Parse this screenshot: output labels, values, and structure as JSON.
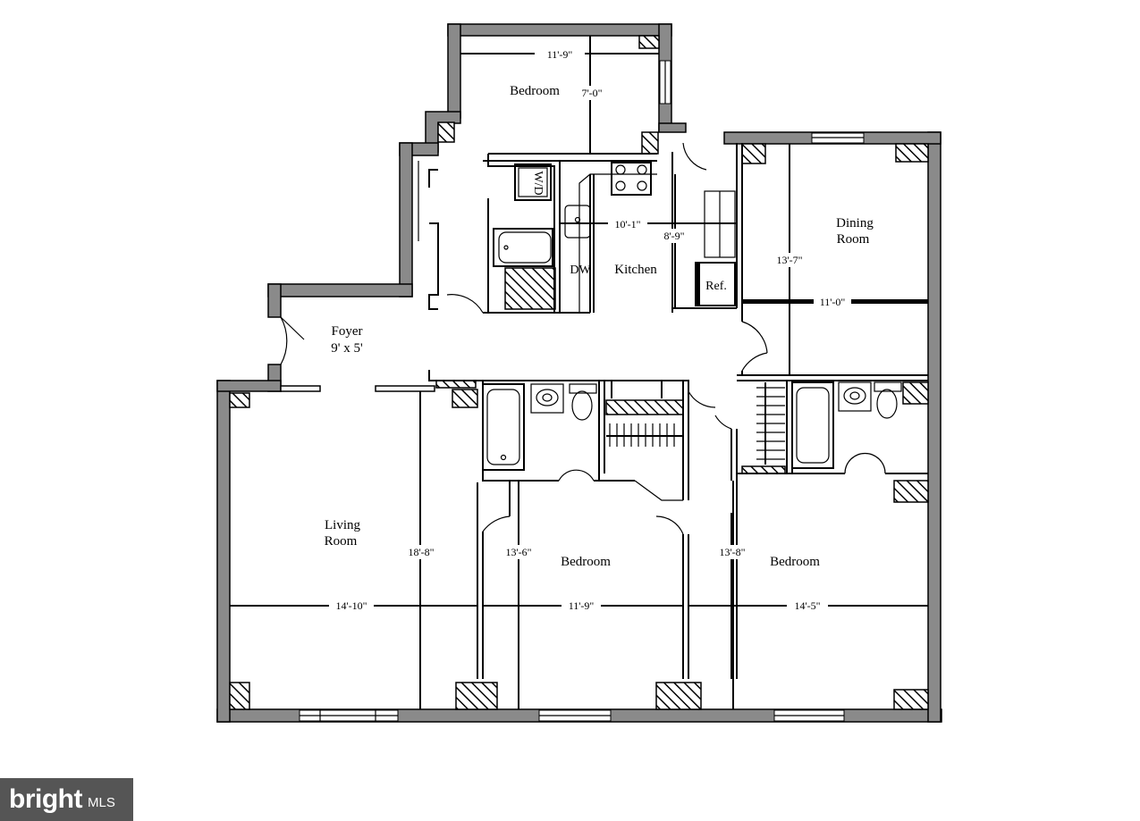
{
  "rooms": {
    "bedroom_top": "Bedroom",
    "kitchen": "Kitchen",
    "dining_line1": "Dining",
    "dining_line2": "Room",
    "foyer_line1": "Foyer",
    "foyer_line2": "9' x 5'",
    "living_line1": "Living",
    "living_line2": "Room",
    "bedroom_mid": "Bedroom",
    "bedroom_right": "Bedroom"
  },
  "dimensions": {
    "bedroom_top_width": "11'-9\"",
    "bedroom_top_depth": "7'-0\"",
    "kitchen_width": "10'-1\"",
    "kitchen_depth": "8'-9\"",
    "dining_depth": "13'-7\"",
    "dining_width": "11'-0\"",
    "living_depth": "18'-8\"",
    "living_width": "14'-10\"",
    "bedroom_mid_depth": "13'-6\"",
    "bedroom_mid_width": "11'-9\"",
    "bedroom_right_depth": "13'-8\"",
    "bedroom_right_width": "14'-5\""
  },
  "fixtures": {
    "washer_dryer": "W/D",
    "dishwasher": "DW",
    "refrigerator": "Ref."
  },
  "logo": {
    "brand": "bright",
    "suffix": "MLS"
  }
}
